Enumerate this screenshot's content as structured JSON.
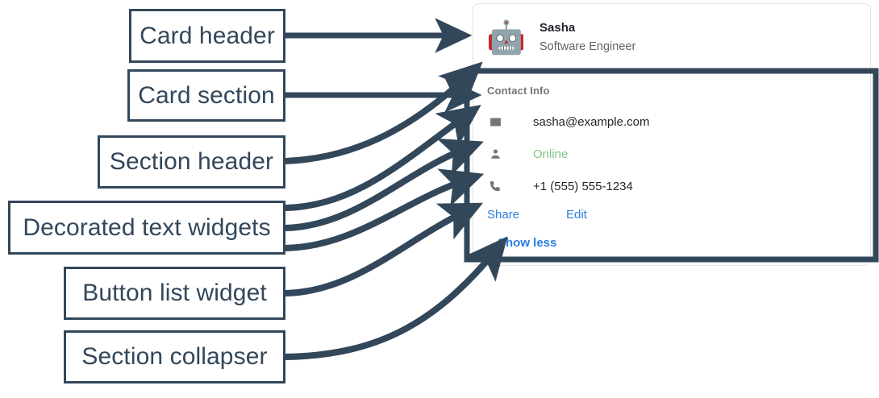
{
  "annotations": {
    "card_header": "Card header",
    "card_section": "Card section",
    "section_header": "Section header",
    "decorated_text_widgets": "Decorated text widgets",
    "button_list_widget": "Button list widget",
    "section_collapser": "Section collapser"
  },
  "card": {
    "header": {
      "avatar_glyph": "🤖",
      "avatar_icon": "robot-avatar-icon",
      "title": "Sasha",
      "subtitle": "Software Engineer"
    },
    "section": {
      "header": "Contact Info",
      "rows": [
        {
          "icon": "email-icon",
          "text": "sasha@example.com",
          "color": "#1f2327"
        },
        {
          "icon": "person-icon",
          "text": "Online",
          "color": "#81c784"
        },
        {
          "icon": "phone-icon",
          "text": "+1 (555) 555-1234",
          "color": "#1f2327"
        }
      ],
      "buttons": [
        {
          "label": "Share"
        },
        {
          "label": "Edit"
        }
      ],
      "collapser": {
        "label": "Show less"
      }
    }
  },
  "colors": {
    "annotation": "#33475b",
    "link": "#2b7de0",
    "status_online": "#81c784",
    "muted_text": "#757575",
    "body_text": "#1f2327",
    "card_border": "#e3e3e3"
  }
}
